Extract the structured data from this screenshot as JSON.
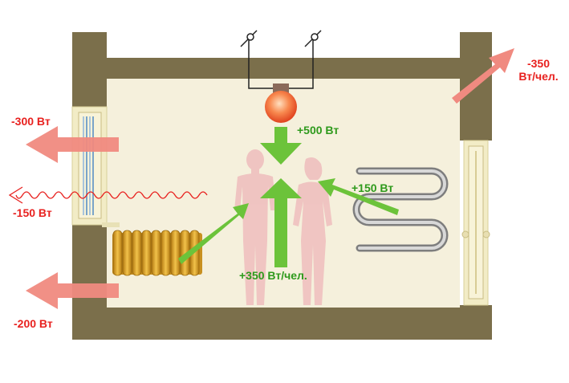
{
  "labels": {
    "window_loss": "-300 Вт",
    "radiation_loss": "-150 Вт",
    "wall_loss": "-200 Вт",
    "vent_loss_value": "-350",
    "vent_loss_unit": "Вт/чел.",
    "lamp_gain": "+500 Вт",
    "towel_gain": "+150 Вт",
    "people_gain": "+350 Вт/чел."
  },
  "colors": {
    "wall": "#7b6f4b",
    "room_floor": "#f5f0dc",
    "loss_arrow": "#f08a80",
    "loss_text": "#e8211f",
    "gain_arrow": "#6cc33a",
    "gain_text": "#2e9a1c",
    "people": "#efc2c0",
    "radiator": "#d4a02a",
    "towel_rail": "#a3a3a3",
    "lamp": "#f26a3a"
  },
  "icons": [
    "ceiling-lamp-icon",
    "switch-icon",
    "window-icon",
    "radiator-icon",
    "towel-rail-icon",
    "man-silhouette-icon",
    "woman-silhouette-icon",
    "wavy-radiation-icon"
  ]
}
